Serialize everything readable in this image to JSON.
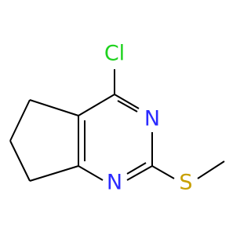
{
  "molecule": {
    "atoms": {
      "cl": {
        "label": "Cl",
        "color": "#1fd21f"
      },
      "n_upper": {
        "label": "N",
        "color": "#2b2bff"
      },
      "n_lower": {
        "label": "N",
        "color": "#2b2bff"
      },
      "s": {
        "label": "S",
        "color": "#c8a000"
      }
    },
    "bond_color": "#000000",
    "background": "#ffffff"
  }
}
